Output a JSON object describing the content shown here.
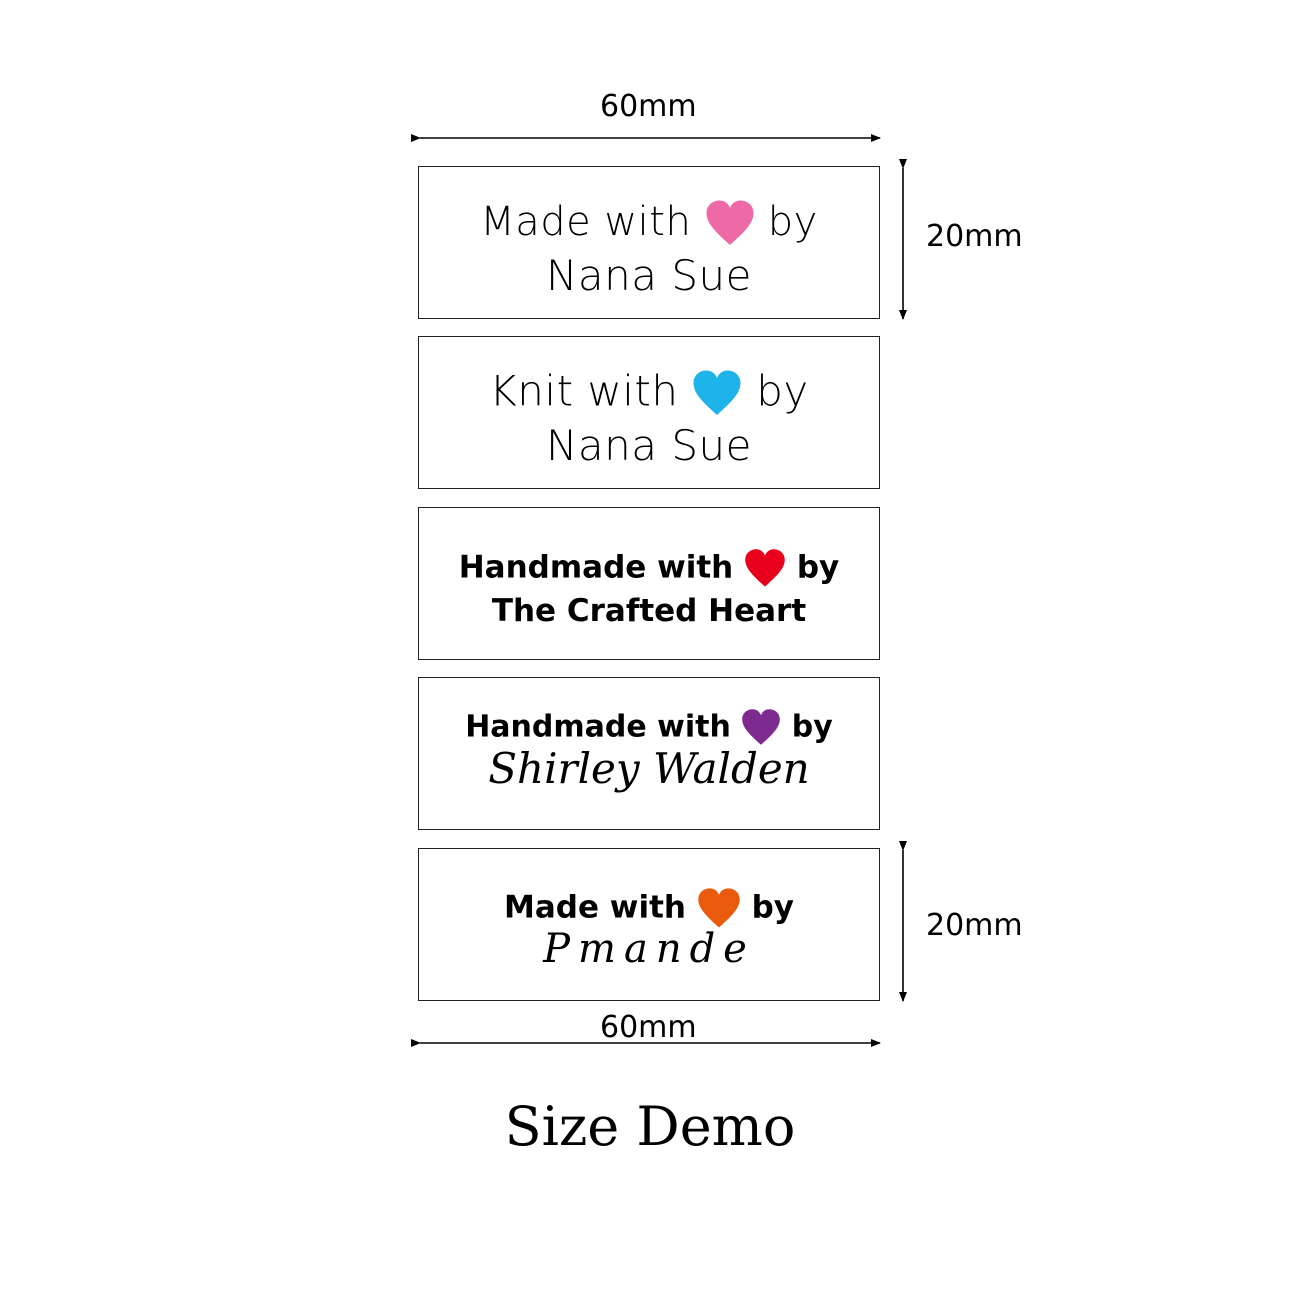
{
  "dimensions": {
    "top_width": "60mm",
    "top_height": "20mm",
    "bottom_height": "20mm",
    "bottom_width": "60mm"
  },
  "labels": [
    {
      "line1_prefix": "Made with",
      "line1_suffix": "by",
      "line2": "Nana Sue",
      "heart_color": "#ee6aa7",
      "heart_icon": "heart-icon"
    },
    {
      "line1_prefix": "Knit with",
      "line1_suffix": "by",
      "line2": "Nana Sue",
      "heart_color": "#1eb4ea",
      "heart_icon": "heart-icon"
    },
    {
      "line1_prefix": "Handmade with",
      "line1_suffix": "by",
      "line2": "The Crafted Heart",
      "heart_color": "#e8001c",
      "heart_icon": "heart-icon"
    },
    {
      "line1_prefix": "Handmade with",
      "line1_suffix": "by",
      "line2": "Shirley Walden",
      "heart_color": "#7d2b8f",
      "heart_icon": "heart-icon"
    },
    {
      "line1_prefix": "Made with",
      "line1_suffix": "by",
      "line2": "Pmande",
      "heart_color": "#ea5a0c",
      "heart_icon": "heart-icon"
    }
  ],
  "caption": "Size Demo"
}
